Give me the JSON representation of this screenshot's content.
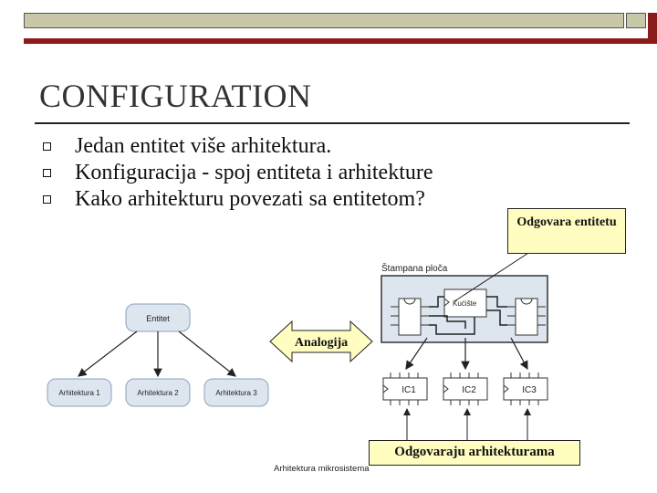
{
  "title": "CONFIGURATION",
  "bullets": [
    "Jedan entitet više arhitektura.",
    "Konfiguracija - spoj entiteta i arhitekture",
    "Kako arhitekturu povezati sa entitetom?"
  ],
  "diagram_left": {
    "entity": "Entitet",
    "architectures": [
      "Arhitektura 1",
      "Arhitektura 2",
      "Arhitektura 3"
    ]
  },
  "diagram_right": {
    "board_label": "Štampana ploča",
    "package_label": "Kućište",
    "chips": [
      "IC1",
      "IC2",
      "IC3"
    ]
  },
  "callouts": {
    "entity_match": "Odgovara entitetu",
    "analogy": "Analogija",
    "architectures_match": "Odgovaraju arhitekturama"
  },
  "footer": "Arhitektura mikrosistema",
  "colors": {
    "callout_fill": "#fffdc0",
    "top_bar": "#c8c8a8",
    "accent_red": "#8b1a1a",
    "node_fill": "#dde6ef"
  }
}
